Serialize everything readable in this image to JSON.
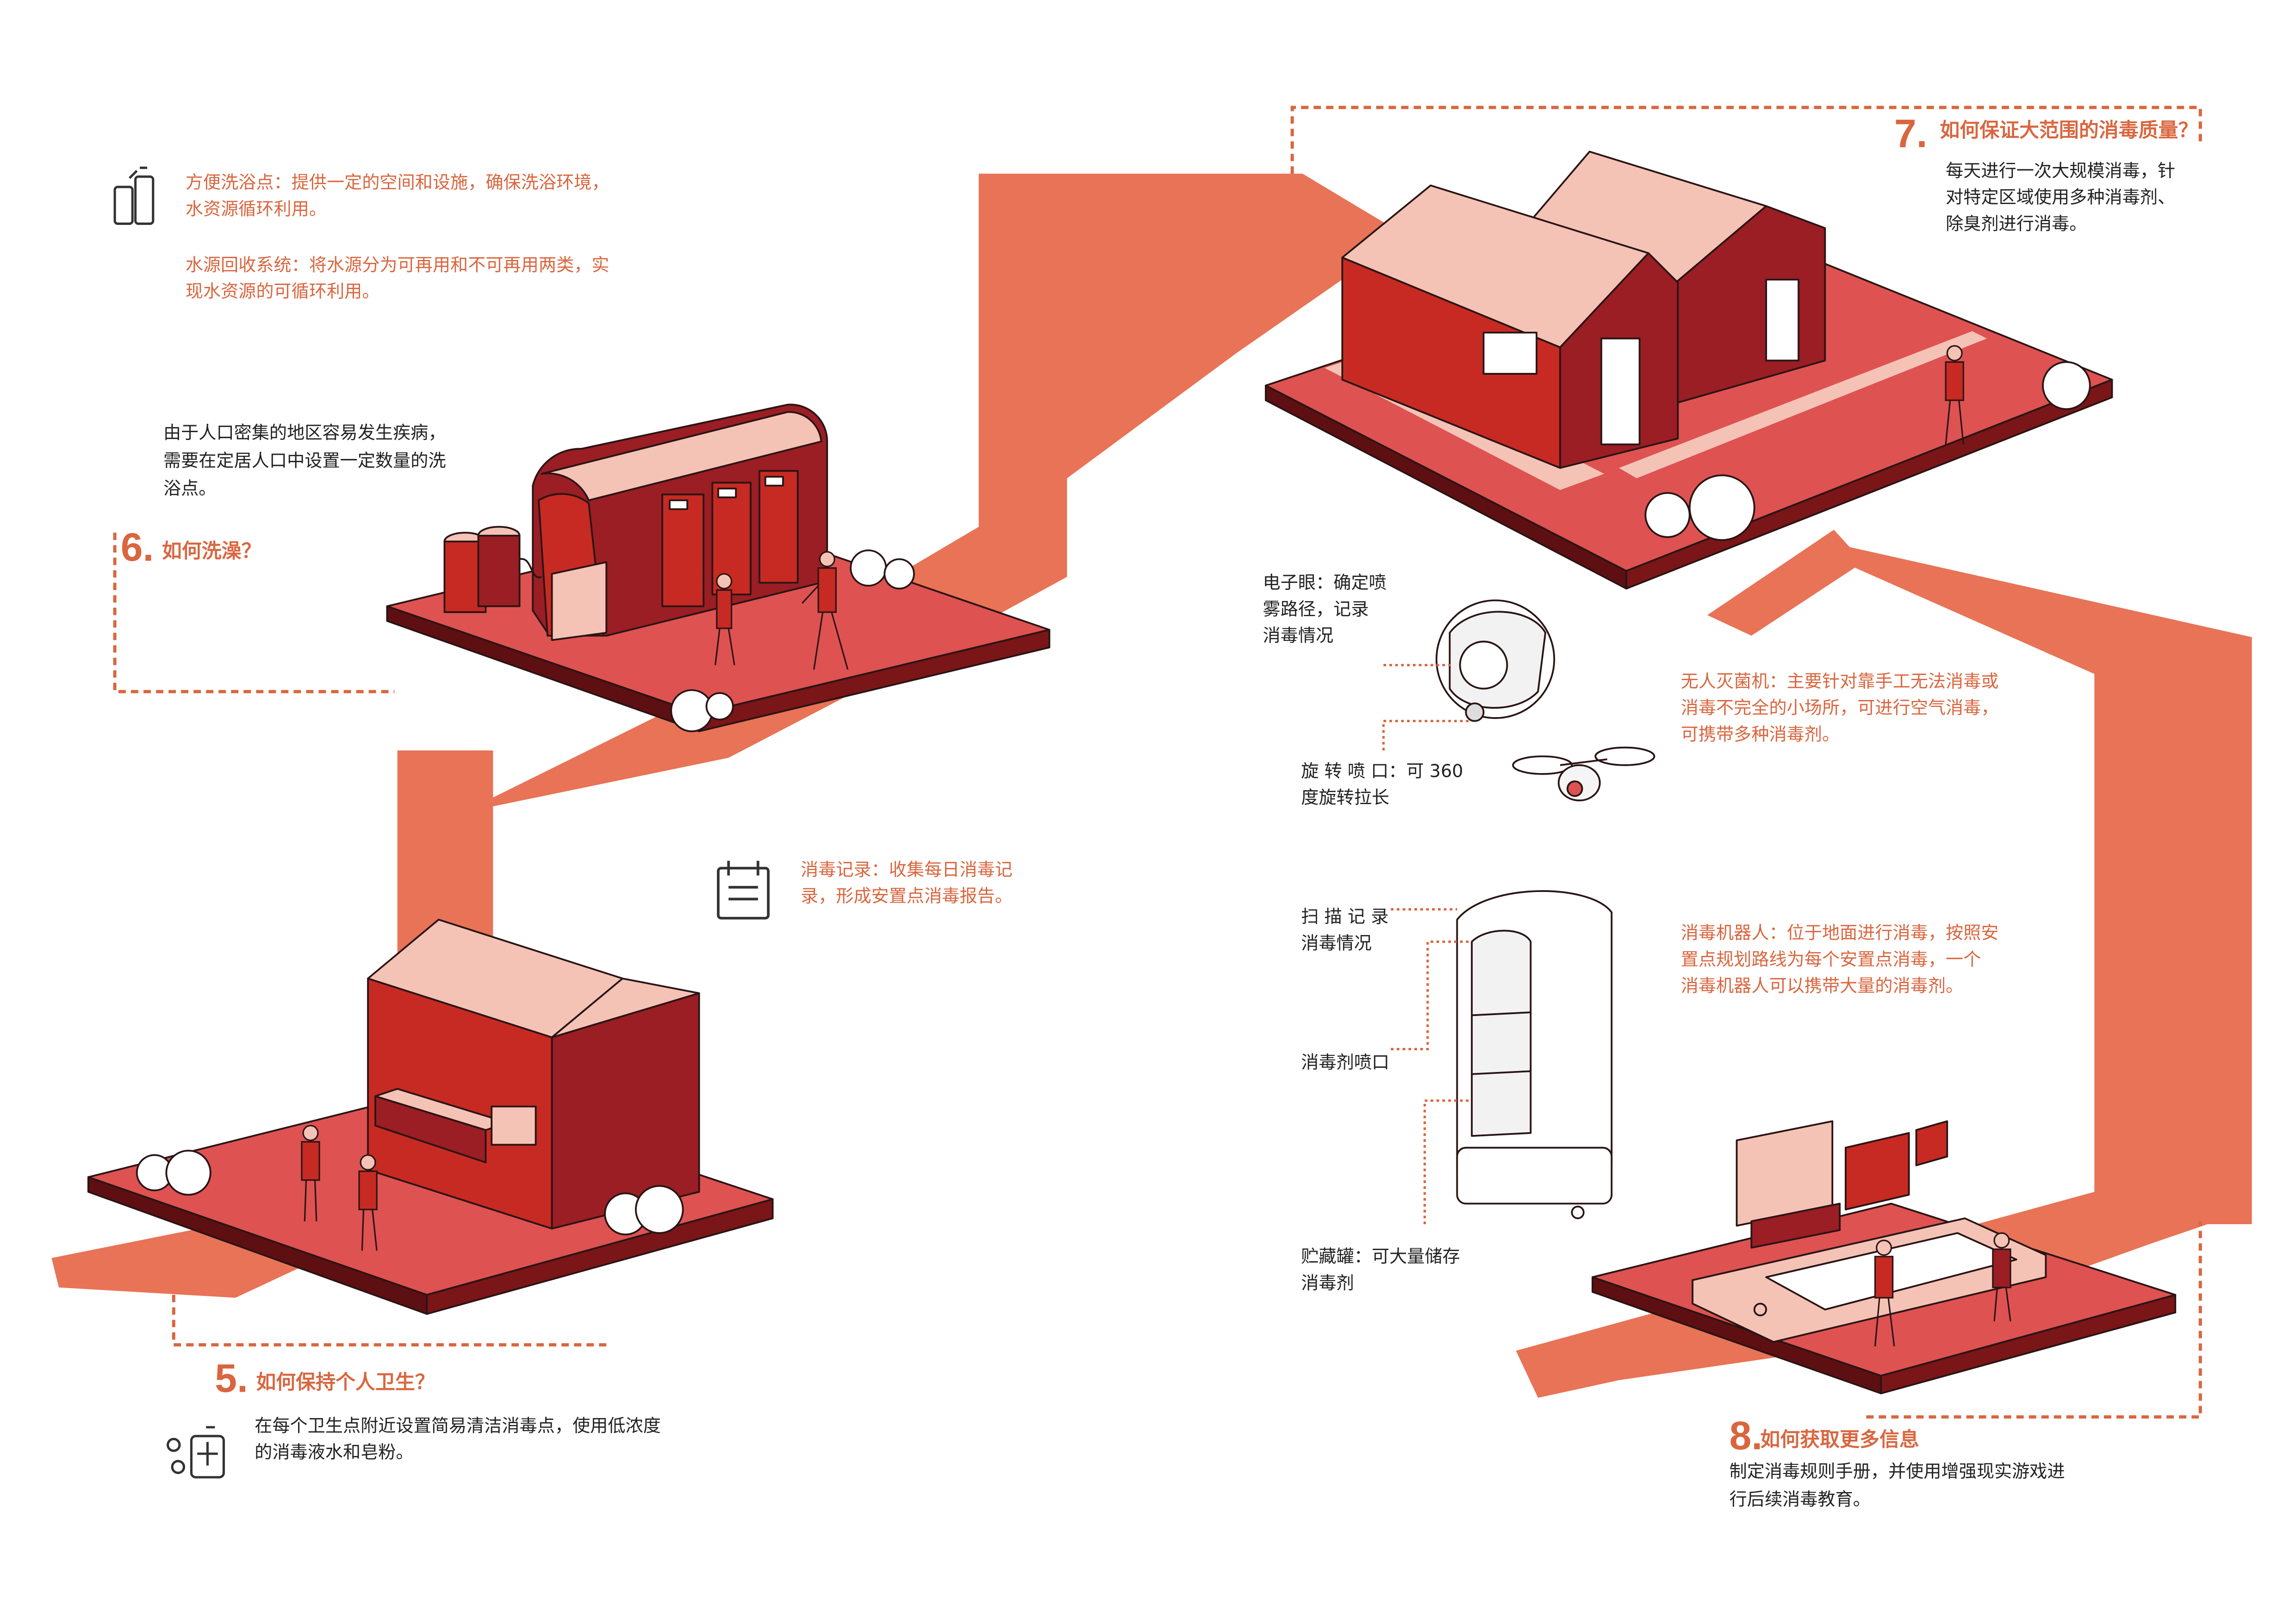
{
  "colors": {
    "path": "#e87356",
    "accent": "#d9663f",
    "platform": "#de5252",
    "wall_light": "#f4c3b6",
    "wall_mid": "#c72a22",
    "wall_dark": "#9a1e24"
  },
  "icons": [
    "bath-icon",
    "calendar-icon",
    "hand-sanitizer-icon"
  ],
  "s6": {
    "intro": [
      "由于人口密集的地区容易发生疾病，",
      "需要在定居人口中设置一定数量的洗",
      "浴点。"
    ],
    "num": "6.",
    "title": "如何洗澡？",
    "bath_note": [
      "方便洗浴点：提供一定的空间和设施，确保洗浴环境，",
      "水资源循环利用。"
    ],
    "water_note": [
      "水源回收系统：将水源分为可再用和不可再用两类，实",
      "现水资源的可循环利用。"
    ]
  },
  "s5": {
    "num": "5.",
    "title": "如何保持个人卫生？",
    "desc": [
      "在每个卫生点附近设置简易清洁消毒点，使用低浓度",
      "的消毒液水和皂粉。"
    ]
  },
  "record": {
    "desc": [
      "消毒记录：收集每日消毒记",
      "录，形成安置点消毒报告。"
    ]
  },
  "s7": {
    "num": "7.",
    "title": "如何保证大范围的消毒质量？",
    "desc": [
      "每天进行一次大规模消毒，针",
      "对特定区域使用多种消毒剂、",
      "除臭剂进行消毒。"
    ]
  },
  "drone": {
    "eye": [
      "电子眼：确定喷",
      "雾路径，记录",
      "消毒情况"
    ],
    "nozzle": [
      "旋 转 喷 口：可 360",
      "度旋转拉长"
    ],
    "desc": [
      "无人灭菌机：主要针对靠手工无法消毒或",
      "消毒不完全的小场所，可进行空气消毒，",
      "可携带多种消毒剂。"
    ]
  },
  "robot": {
    "scan": [
      "扫 描 记 录",
      "消毒情况"
    ],
    "spray": "消毒剂喷口",
    "tank": [
      "贮藏罐：可大量储存",
      "消毒剂"
    ],
    "desc": [
      "消毒机器人：位于地面进行消毒，按照安",
      "置点规划路线为每个安置点消毒，一个",
      "消毒机器人可以携带大量的消毒剂。"
    ]
  },
  "s8": {
    "num": "8.",
    "title": "如何获取更多信息",
    "desc": [
      "制定消毒规则手册，并使用增强现实游戏进",
      "行后续消毒教育。"
    ]
  }
}
